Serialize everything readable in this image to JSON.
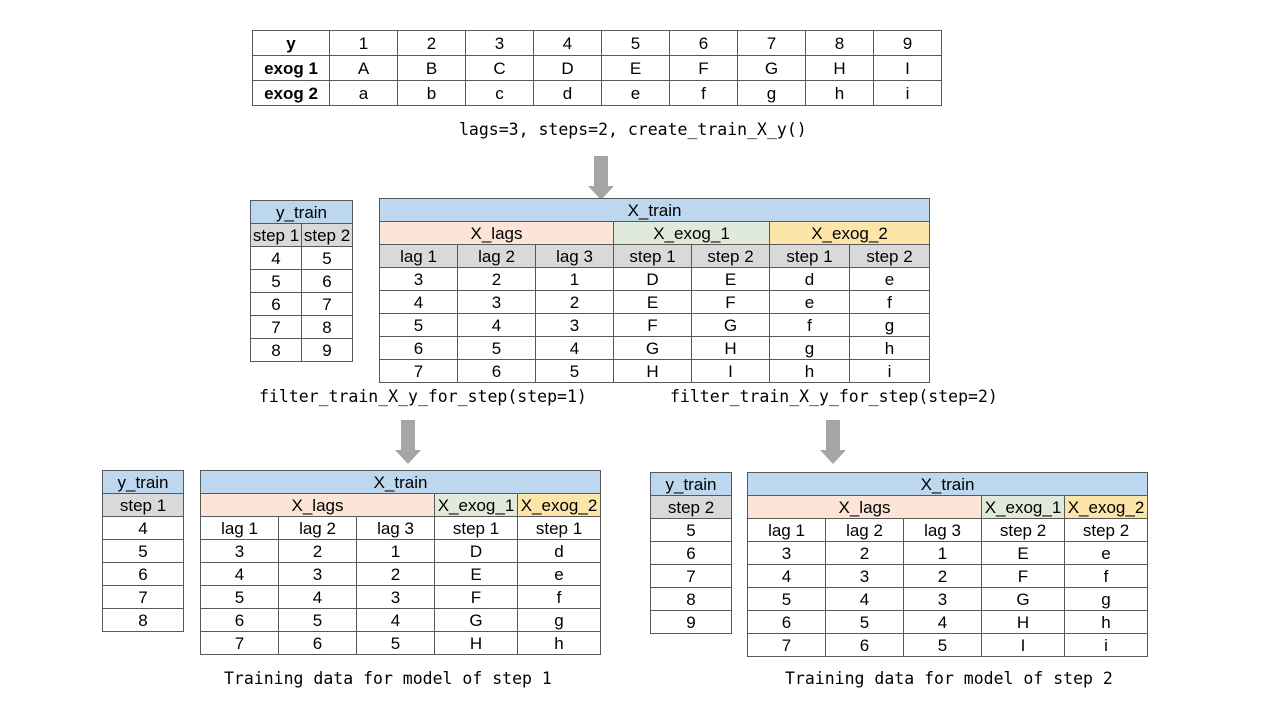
{
  "diagram": {
    "title": "create_train_X_y and filter_train_X_y_for_step data flow",
    "colors": {
      "x_train_header": "#bdd7ee",
      "x_lags_header": "#fce4d6",
      "x_exog_1_header": "#dfeada",
      "x_exog_2_header": "#fce5a8",
      "subheader_gray": "#d9d9d9",
      "arrow": "#a6a6a6",
      "border": "#595959"
    }
  },
  "series_table": {
    "row_labels": [
      "y",
      "exog 1",
      "exog 2"
    ],
    "rows": [
      [
        "1",
        "2",
        "3",
        "4",
        "5",
        "6",
        "7",
        "8",
        "9"
      ],
      [
        "A",
        "B",
        "C",
        "D",
        "E",
        "F",
        "G",
        "H",
        "I"
      ],
      [
        "a",
        "b",
        "c",
        "d",
        "e",
        "f",
        "g",
        "h",
        "i"
      ]
    ]
  },
  "captions": {
    "create": "lags=3, steps=2, create_train_X_y()",
    "filter_step_1": "filter_train_X_y_for_step(step=1)",
    "filter_step_2": "filter_train_X_y_for_step(step=2)",
    "training_step_1": "Training data for model of step 1",
    "training_step_2": "Training data for model of step 2"
  },
  "middle": {
    "y_train": {
      "title": "y_train",
      "columns": [
        "step 1",
        "step 2"
      ],
      "rows": [
        [
          "4",
          "5"
        ],
        [
          "5",
          "6"
        ],
        [
          "6",
          "7"
        ],
        [
          "7",
          "8"
        ],
        [
          "8",
          "9"
        ]
      ]
    },
    "x_train": {
      "title": "X_train",
      "groups": [
        {
          "label": "X_lags",
          "span": 3
        },
        {
          "label": "X_exog_1",
          "span": 2
        },
        {
          "label": "X_exog_2",
          "span": 2
        }
      ],
      "columns": [
        "lag 1",
        "lag 2",
        "lag 3",
        "step 1",
        "step 2",
        "step 1",
        "step 2"
      ],
      "rows": [
        [
          "3",
          "2",
          "1",
          "D",
          "E",
          "d",
          "e"
        ],
        [
          "4",
          "3",
          "2",
          "E",
          "F",
          "e",
          "f"
        ],
        [
          "5",
          "4",
          "3",
          "F",
          "G",
          "f",
          "g"
        ],
        [
          "6",
          "5",
          "4",
          "G",
          "H",
          "g",
          "h"
        ],
        [
          "7",
          "6",
          "5",
          "H",
          "I",
          "h",
          "i"
        ]
      ]
    }
  },
  "bottom_left": {
    "y_train": {
      "title": "y_train",
      "columns": [
        "step 1"
      ],
      "rows": [
        [
          "4"
        ],
        [
          "5"
        ],
        [
          "6"
        ],
        [
          "7"
        ],
        [
          "8"
        ]
      ]
    },
    "x_train": {
      "title": "X_train",
      "groups": [
        {
          "label": "X_lags",
          "span": 3
        },
        {
          "label": "X_exog_1",
          "span": 1
        },
        {
          "label": "X_exog_2",
          "span": 1
        }
      ],
      "columns": [
        "lag 1",
        "lag 2",
        "lag 3",
        "step 1",
        "step 1"
      ],
      "rows": [
        [
          "3",
          "2",
          "1",
          "D",
          "d"
        ],
        [
          "4",
          "3",
          "2",
          "E",
          "e"
        ],
        [
          "5",
          "4",
          "3",
          "F",
          "f"
        ],
        [
          "6",
          "5",
          "4",
          "G",
          "g"
        ],
        [
          "7",
          "6",
          "5",
          "H",
          "h"
        ]
      ]
    }
  },
  "bottom_right": {
    "y_train": {
      "title": "y_train",
      "columns": [
        "step 2"
      ],
      "rows": [
        [
          "5"
        ],
        [
          "6"
        ],
        [
          "7"
        ],
        [
          "8"
        ],
        [
          "9"
        ]
      ]
    },
    "x_train": {
      "title": "X_train",
      "groups": [
        {
          "label": "X_lags",
          "span": 3
        },
        {
          "label": "X_exog_1",
          "span": 1
        },
        {
          "label": "X_exog_2",
          "span": 1
        }
      ],
      "columns": [
        "lag 1",
        "lag 2",
        "lag 3",
        "step 2",
        "step 2"
      ],
      "rows": [
        [
          "3",
          "2",
          "1",
          "E",
          "e"
        ],
        [
          "4",
          "3",
          "2",
          "F",
          "f"
        ],
        [
          "5",
          "4",
          "3",
          "G",
          "g"
        ],
        [
          "6",
          "5",
          "4",
          "H",
          "h"
        ],
        [
          "7",
          "6",
          "5",
          "I",
          "i"
        ]
      ]
    }
  }
}
